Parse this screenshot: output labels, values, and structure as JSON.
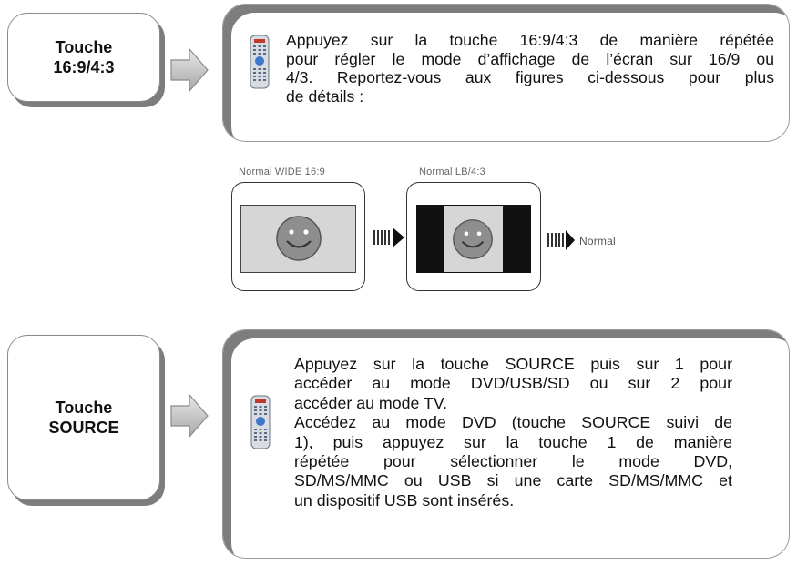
{
  "section_aspect": {
    "label_line1": "Touche",
    "label_line2": "16:9/4:3",
    "lines": [
      "Appuyez sur la touche 16:9/4:3 de manière répétée",
      "pour régler le mode d’affichage de l’écran sur 16/9 ou",
      "4/3. Reportez-vous aux figures ci-dessous pour plus",
      "de détails :"
    ],
    "icons": {
      "arrow": "right-arrow-icon",
      "remote": "remote-control-icon"
    }
  },
  "diagram": {
    "caption_wide": "Normal WIDE 16:9",
    "caption_lb": "Normal LB/4:3",
    "end_label": "Normal",
    "icons": {
      "face": "smiley-face-icon",
      "arrow": "striped-right-arrow-icon"
    }
  },
  "section_source": {
    "label_line1": "Touche",
    "label_line2": "SOURCE",
    "lines": [
      "Appuyez sur la touche SOURCE puis sur 1 pour",
      "accéder au mode DVD/USB/SD ou sur 2 pour",
      "accéder au mode TV.",
      "Accédez au mode DVD (touche SOURCE suivi de",
      "1), puis appuyez sur la touche 1 de manière",
      "répétée pour sélectionner le mode DVD,",
      "SD/MS/MMC ou USB si une carte SD/MS/MMC et",
      "un dispositif USB sont insérés."
    ],
    "icons": {
      "arrow": "right-arrow-icon",
      "remote": "remote-control-icon"
    }
  }
}
